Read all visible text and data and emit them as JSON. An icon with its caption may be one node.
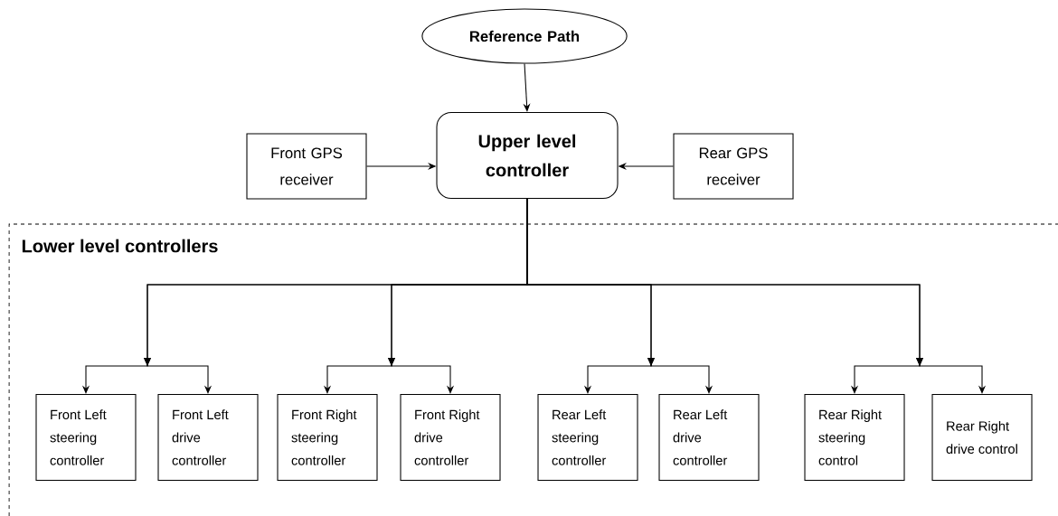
{
  "diagram": {
    "nodes": [
      {
        "text": [
          "Reference Path"
        ]
      },
      {
        "text": [
          "Upper level controller"
        ]
      },
      {
        "text": [
          "Front GPS receiver"
        ]
      },
      {
        "text": [
          "Rear GPS receiver"
        ]
      },
      {
        "text": [
          "Lower level controllers"
        ]
      },
      {
        "text": [
          "Front Left steering controller"
        ],
        "in": 4
      },
      {
        "text": [
          "Front Left drive controller"
        ],
        "in": 4
      },
      {
        "text": [
          "Front Right steering controller"
        ],
        "in": 4
      },
      {
        "text": [
          "Front Right drive controller"
        ],
        "in": 4
      },
      {
        "text": [
          "Rear Left steering controller"
        ],
        "in": 4
      },
      {
        "text": [
          "Rear Left drive controller"
        ],
        "in": 4
      },
      {
        "text": [
          "Rear Right steering control"
        ],
        "in": 4
      },
      {
        "text": [
          "Rear Right drive control"
        ],
        "in": 4
      }
    ],
    "edges": [
      {
        "from": 0,
        "to": 1,
        "arrow": "to"
      },
      {
        "from": 2,
        "to": 1,
        "arrow": "to"
      },
      {
        "from": 3,
        "to": 1,
        "arrow": "to"
      },
      {
        "from": 1,
        "to": 5,
        "arrow": "to"
      },
      {
        "from": 1,
        "to": 6,
        "arrow": "to"
      },
      {
        "from": 1,
        "to": 7,
        "arrow": "to"
      },
      {
        "from": 1,
        "to": 8,
        "arrow": "to"
      },
      {
        "from": 1,
        "to": 9,
        "arrow": "to"
      },
      {
        "from": 1,
        "to": 10,
        "arrow": "to"
      },
      {
        "from": 1,
        "to": 11,
        "arrow": "to"
      },
      {
        "from": 1,
        "to": 12,
        "arrow": "to"
      }
    ]
  }
}
